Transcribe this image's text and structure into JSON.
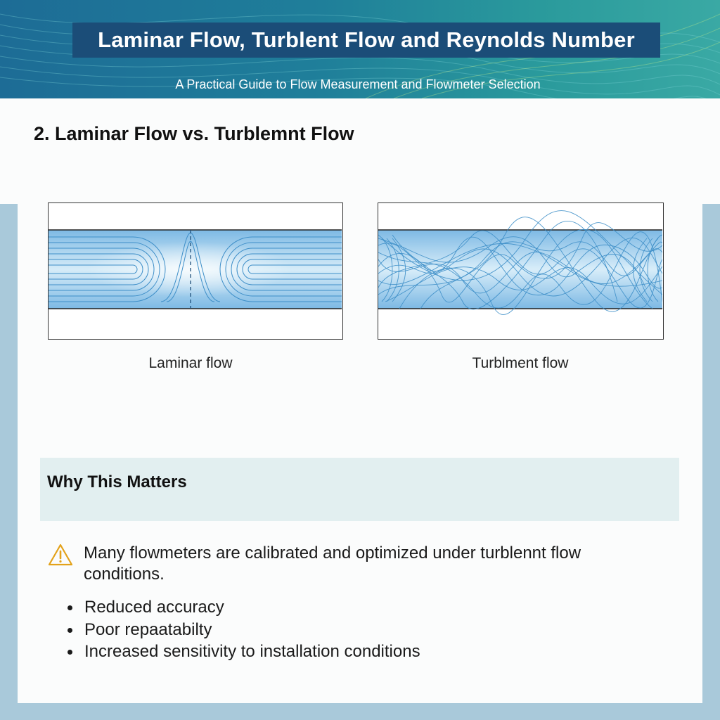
{
  "header": {
    "title": "Laminar Flow, Turblent Flow and Reynolds Number",
    "subtitle": "A Practical Guide to Flow Measurement and Flowmeter Selection"
  },
  "section": {
    "heading": "2. Laminar Flow vs. Turblemnt Flow"
  },
  "diagrams": {
    "laminar_caption": "Laminar flow",
    "turbulent_caption": "Turblment flow"
  },
  "matters": {
    "heading": "Why This Matters",
    "warning_icon": "warning-icon",
    "warning_text": "Many flowmeters are calibrated and optimized under turblennt flow conditions.",
    "bullets": [
      "Reduced accuracy",
      "Poor repaatabilty",
      "Increased sensitivity to installation conditions"
    ]
  },
  "colors": {
    "header_bg": "#1d6c96",
    "title_box": "#1b4d78",
    "pipe_fill": "#a9d3ef",
    "flow_line": "#3d8ec8",
    "matters_bg": "#e2eff0",
    "warning": "#e3a21a",
    "page_border": "#a9c9da"
  }
}
